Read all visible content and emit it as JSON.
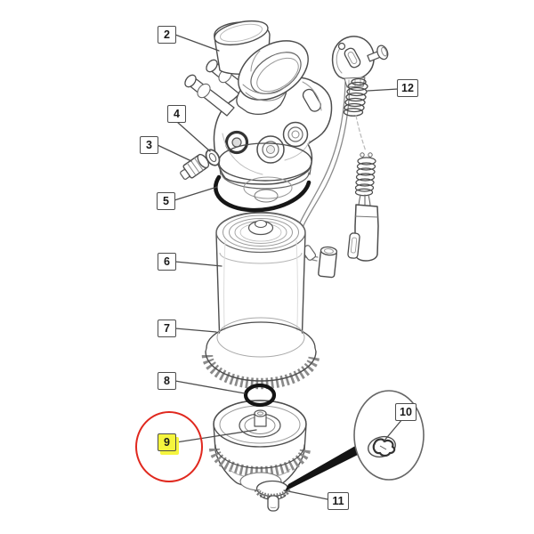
{
  "figure": {
    "background_color": "#ffffff",
    "line_color": "#4d4d4d",
    "oring_color": "#161616",
    "highlight": {
      "highlighted_callout": "9",
      "box_fill_color": "#f5f53e",
      "ring_color": "#e0281e"
    },
    "callouts": [
      {
        "id": "2",
        "label": "2"
      },
      {
        "id": "3",
        "label": "3"
      },
      {
        "id": "4",
        "label": "4"
      },
      {
        "id": "5",
        "label": "5"
      },
      {
        "id": "6",
        "label": "6"
      },
      {
        "id": "7",
        "label": "7"
      },
      {
        "id": "8",
        "label": "8"
      },
      {
        "id": "9",
        "label": "9",
        "highlighted": true
      },
      {
        "id": "10",
        "label": "10"
      },
      {
        "id": "11",
        "label": "11"
      },
      {
        "id": "12",
        "label": "12"
      }
    ]
  }
}
